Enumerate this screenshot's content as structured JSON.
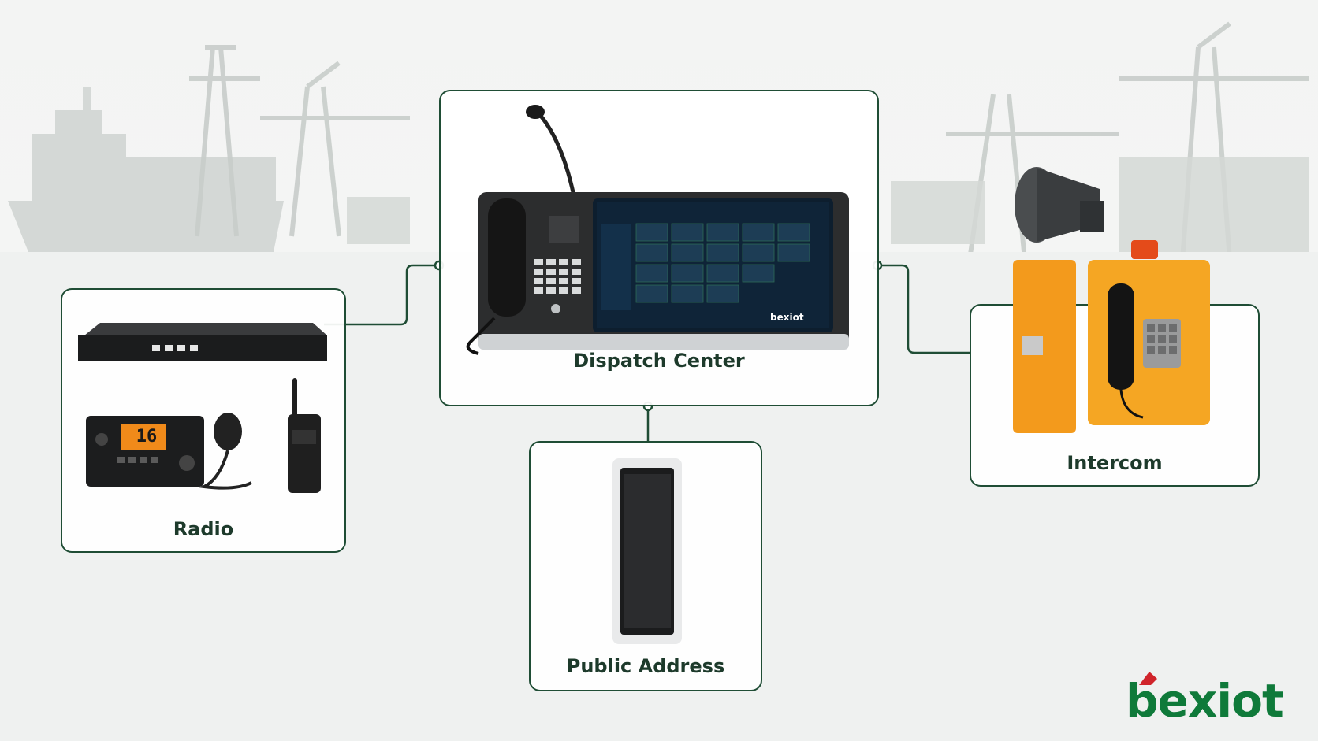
{
  "colors": {
    "accent": "#1f4d35",
    "label_text": "#1d3a2b",
    "logo_green": "#0f7a3a",
    "logo_red": "#d0242b",
    "intercom_orange": "#f39a1c",
    "background": "#f4f5f4"
  },
  "nodes": {
    "dispatch": {
      "label": "Dispatch Center",
      "device_brand": "bexiot",
      "keypad_icon": "dialpad-icon"
    },
    "radio": {
      "label": "Radio",
      "channel_display": "16"
    },
    "public_address": {
      "label": "Public Address"
    },
    "intercom": {
      "label": "Intercom"
    }
  },
  "logo": {
    "text": "bexiot"
  }
}
